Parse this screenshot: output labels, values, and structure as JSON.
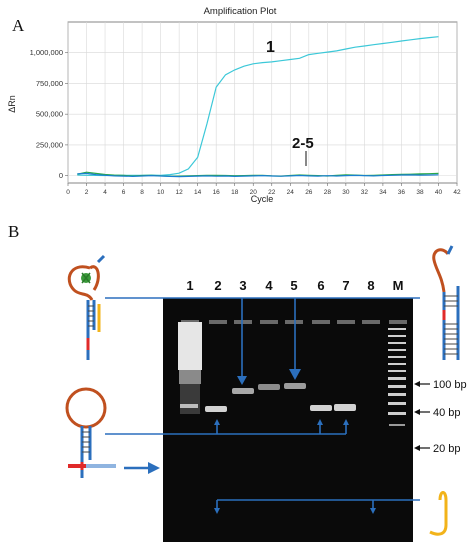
{
  "panels": {
    "a": "A",
    "b": "B"
  },
  "chart_data": {
    "type": "line",
    "title": "Amplification Plot",
    "xlabel": "Cycle",
    "ylabel": "ΔRn",
    "xlim": [
      0,
      42
    ],
    "ylim": [
      -60000,
      1250000
    ],
    "grid": true,
    "xticks": [
      "0",
      "2",
      "4",
      "6",
      "8",
      "10",
      "12",
      "14",
      "16",
      "18",
      "20",
      "22",
      "24",
      "26",
      "28",
      "30",
      "32",
      "34",
      "36",
      "38",
      "40",
      "42"
    ],
    "yticks": [
      "0",
      "250,000",
      "500,000",
      "750,000",
      "1,000,000"
    ],
    "annotations": [
      "1",
      "2-5"
    ],
    "series": [
      {
        "name": "1",
        "color": "#3cc8d8",
        "x": [
          1,
          2,
          3,
          4,
          5,
          6,
          7,
          8,
          9,
          10,
          11,
          12,
          13,
          14,
          15,
          16,
          17,
          18,
          19,
          20,
          21,
          22,
          23,
          24,
          25,
          26,
          27,
          28,
          29,
          30,
          31,
          32,
          33,
          34,
          35,
          36,
          37,
          38,
          39,
          40
        ],
        "y": [
          5000,
          3000,
          2000,
          1000,
          2000,
          3000,
          2000,
          3000,
          4000,
          3000,
          8000,
          20000,
          55000,
          150000,
          420000,
          720000,
          820000,
          860000,
          890000,
          910000,
          920000,
          925000,
          935000,
          945000,
          955000,
          985000,
          995000,
          1005000,
          1015000,
          1030000,
          1045000,
          1055000,
          1065000,
          1075000,
          1085000,
          1095000,
          1105000,
          1115000,
          1123000,
          1130000
        ]
      },
      {
        "name": "2-5",
        "color": "#2aa84a",
        "x": [
          1,
          2,
          3,
          4,
          5,
          6,
          7,
          8,
          9,
          10,
          11,
          12,
          13,
          14,
          15,
          16,
          17,
          18,
          19,
          20,
          21,
          22,
          23,
          24,
          25,
          26,
          27,
          28,
          29,
          30,
          31,
          32,
          33,
          34,
          35,
          36,
          37,
          38,
          39,
          40
        ],
        "y": [
          12000,
          28000,
          18000,
          9000,
          4000,
          2000,
          -3000,
          1000,
          3000,
          -2000,
          -5000,
          -4000,
          -2000,
          0,
          2000,
          3000,
          1000,
          -1000,
          0,
          2000,
          3000,
          -2000,
          -4000,
          1000,
          5000,
          3000,
          0,
          -3000,
          2000,
          6000,
          4000,
          1000,
          3000,
          5000,
          8000,
          10000,
          12000,
          14000,
          16000,
          18000
        ]
      },
      {
        "name": "",
        "color": "#1a7fd0",
        "x": [
          1,
          2,
          3,
          4,
          5,
          6,
          7,
          8,
          9,
          10,
          11,
          12,
          13,
          14,
          15,
          16,
          17,
          18,
          19,
          20,
          21,
          22,
          23,
          24,
          25,
          26,
          27,
          28,
          29,
          30,
          31,
          32,
          33,
          34,
          35,
          36,
          37,
          38,
          39,
          40
        ],
        "y": [
          15000,
          18000,
          8000,
          3000,
          -2000,
          -4000,
          -6000,
          -3000,
          0,
          -3000,
          -6000,
          -8000,
          -6000,
          -4000,
          -2000,
          -5000,
          -3000,
          -6000,
          -4000,
          -2000,
          0,
          -3000,
          -5000,
          -2000,
          1000,
          -2000,
          -4000,
          -1000,
          -3000,
          0,
          2000,
          0,
          -2000,
          1000,
          3000,
          5000,
          6000,
          4000,
          5000,
          7000
        ]
      }
    ]
  },
  "gel": {
    "lanes": [
      "1",
      "2",
      "3",
      "4",
      "5",
      "6",
      "7",
      "8",
      "M"
    ],
    "markers": [
      "100 bp",
      "40 bp",
      "20 bp"
    ]
  }
}
